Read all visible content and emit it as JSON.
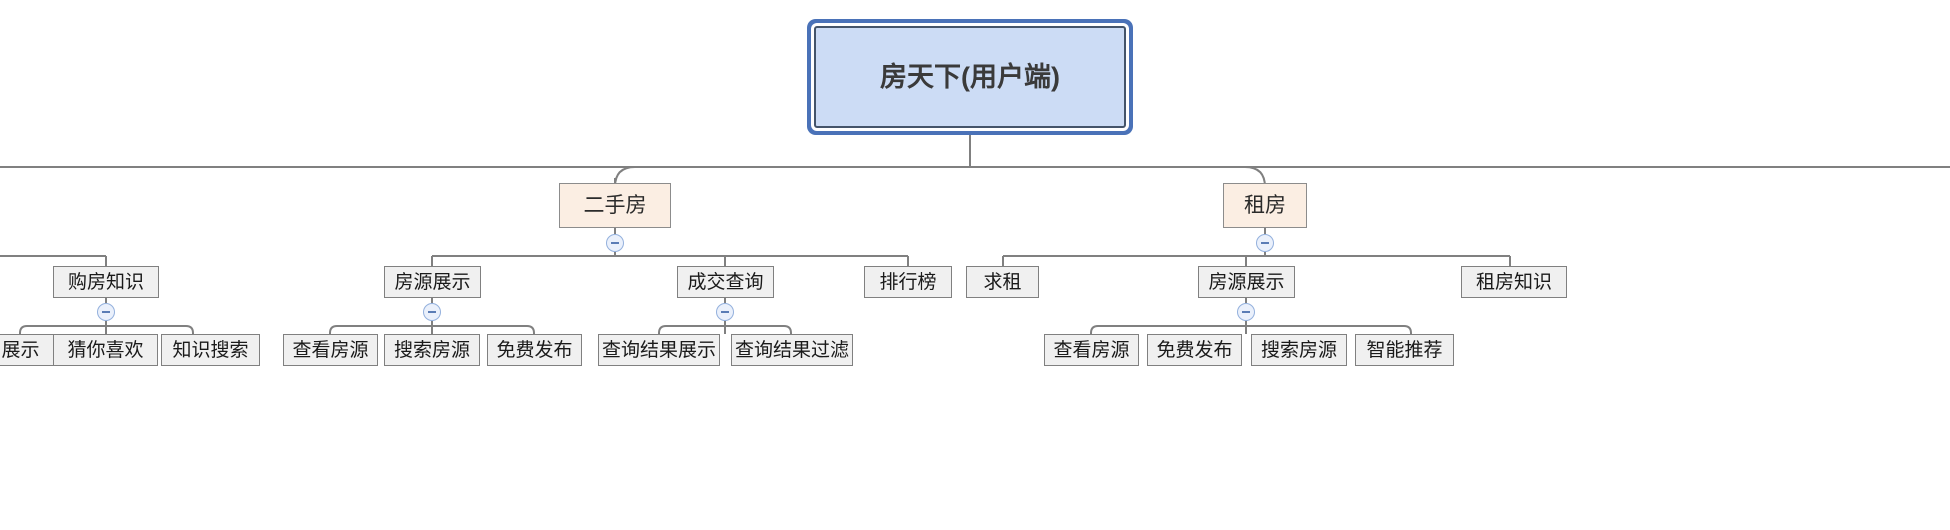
{
  "diagram": {
    "type": "mindmap-tree",
    "title": "房天下(用户端)",
    "colors": {
      "root_fill": "#ccdcf5",
      "root_border": "#4a72b8",
      "level2_fill": "#fbeee3",
      "level2_border": "#8c8c8c",
      "node_fill": "#f0f0f0",
      "node_border": "#808080",
      "edge": "#808080",
      "toggle_fill": "#eaf0fb",
      "toggle_border": "#93b0dd"
    },
    "root": {
      "label": "房天下(用户端)"
    },
    "branches": [
      {
        "label": "二手房",
        "children": [
          {
            "label": "房源展示",
            "collapsible": true,
            "children": [
              {
                "label": "查看房源"
              },
              {
                "label": "搜索房源"
              },
              {
                "label": "免费发布"
              }
            ]
          },
          {
            "label": "成交查询",
            "collapsible": true,
            "children": [
              {
                "label": "查询结果展示"
              },
              {
                "label": "查询结果过滤"
              }
            ]
          },
          {
            "label": "排行榜",
            "collapsible": false,
            "children": []
          }
        ]
      },
      {
        "label": "租房",
        "collapsible": true,
        "children": [
          {
            "label": "求租",
            "collapsible": false,
            "children": []
          },
          {
            "label": "房源展示",
            "collapsible": true,
            "children": [
              {
                "label": "查看房源"
              },
              {
                "label": "免费发布"
              },
              {
                "label": "搜索房源"
              },
              {
                "label": "智能推荐"
              }
            ]
          },
          {
            "label": "租房知识",
            "collapsible": false,
            "children": []
          }
        ]
      }
    ],
    "offscreen_left_group": {
      "parent_label": "购房知识",
      "collapsible": true,
      "children": [
        {
          "label": "展示"
        },
        {
          "label": "猜你喜欢"
        },
        {
          "label": "知识搜索"
        }
      ]
    }
  },
  "nodes": {
    "root": "房天下(用户端)",
    "ershoufang": "二手房",
    "zufang": "租房",
    "goufangzhishi": "购房知识",
    "fangyuanzhanshi_a": "房源展示",
    "chengjiaochaxun": "成交查询",
    "paihangbang": "排行榜",
    "qiuzu": "求租",
    "fangyuanzhanshi_b": "房源展示",
    "zufangzhishi": "租房知识",
    "leaf_zhanshi": "展示",
    "leaf_cainixihuan": "猜你喜欢",
    "leaf_zhishisousuo": "知识搜索",
    "leaf_chakanfangyuan_a": "查看房源",
    "leaf_sousuofangyuan_a": "搜索房源",
    "leaf_mianfeifabu_a": "免费发布",
    "leaf_chaxunjieguozhanshi": "查询结果展示",
    "leaf_chaxunjieguoguolv": "查询结果过滤",
    "leaf_chakanfangyuan_b": "查看房源",
    "leaf_mianfeifabu_b": "免费发布",
    "leaf_sousuofangyuan_b": "搜索房源",
    "leaf_zhinengtuijian": "智能推荐"
  }
}
